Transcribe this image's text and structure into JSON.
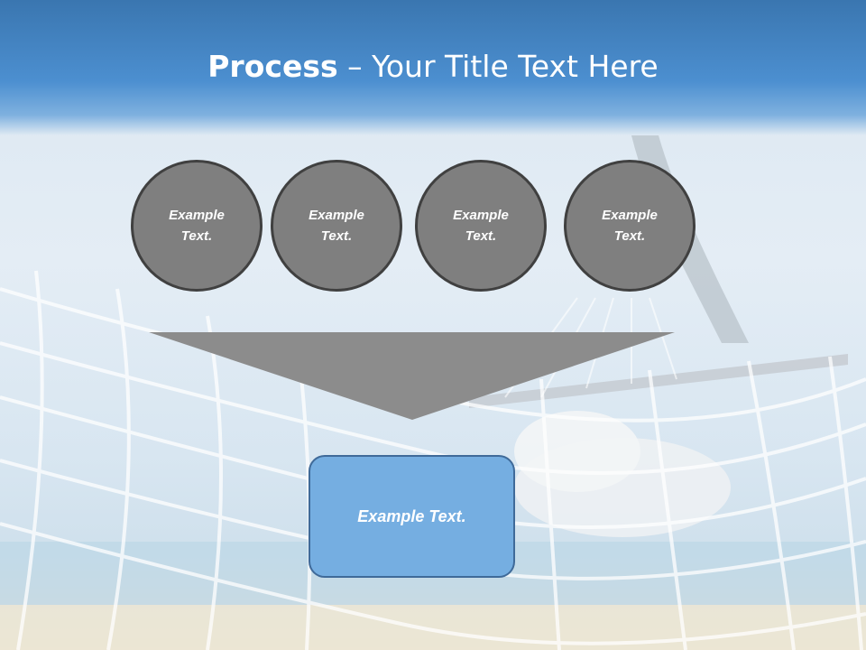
{
  "slide": {
    "title_bold": "Process",
    "title_rest": " – Your Title Text Here",
    "circles": [
      {
        "label": "Example Text."
      },
      {
        "label": "Example Text."
      },
      {
        "label": "Example Text."
      },
      {
        "label": "Example Text."
      }
    ],
    "result_label": "Example Text."
  },
  "colors": {
    "header_blue": "#4c8fd0",
    "circle_fill": "#7f7f7f",
    "funnel_fill": "#8c8c8c",
    "result_fill": "#75aee1"
  }
}
